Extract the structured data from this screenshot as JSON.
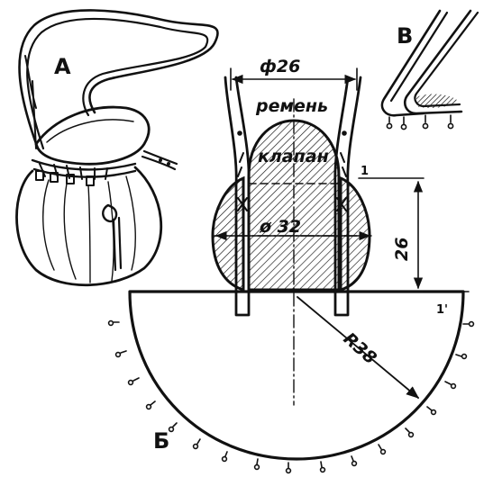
{
  "labels": {
    "view_a": "А",
    "view_b": "Б",
    "view_v": "В",
    "belt": "ремень",
    "flap": "клапан",
    "diameter_top": "ф26",
    "diameter_body": "ø 32",
    "height": "26",
    "radius": "R38",
    "marker_upper": "1",
    "marker_lower": "1'"
  },
  "colors": {
    "ink": "#111111",
    "paper": "#ffffff"
  }
}
